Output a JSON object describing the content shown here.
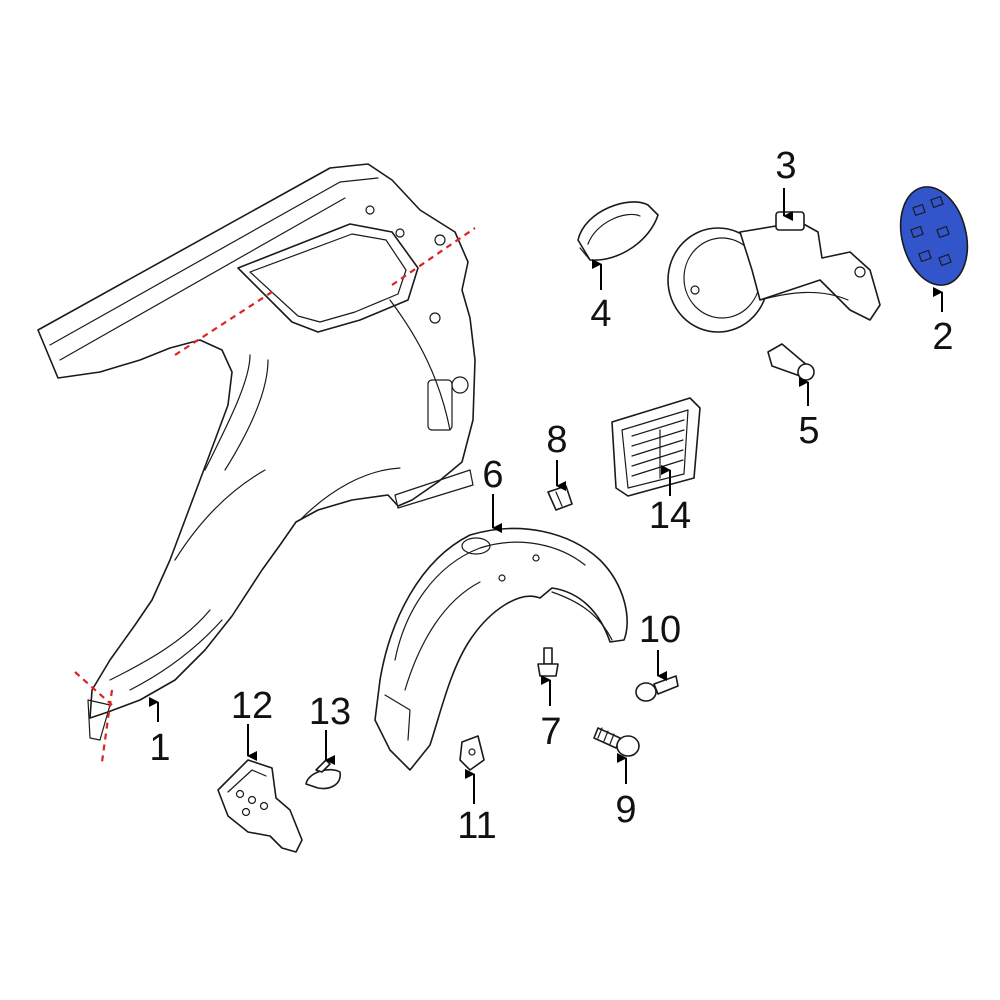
{
  "diagram": {
    "highlight_color": "#3355cc",
    "cut_line_color": "#dd2222",
    "callouts": [
      {
        "id": "1",
        "label": "1"
      },
      {
        "id": "2",
        "label": "2"
      },
      {
        "id": "3",
        "label": "3"
      },
      {
        "id": "4",
        "label": "4"
      },
      {
        "id": "5",
        "label": "5"
      },
      {
        "id": "6",
        "label": "6"
      },
      {
        "id": "7",
        "label": "7"
      },
      {
        "id": "8",
        "label": "8"
      },
      {
        "id": "9",
        "label": "9"
      },
      {
        "id": "10",
        "label": "10"
      },
      {
        "id": "11",
        "label": "11"
      },
      {
        "id": "12",
        "label": "12"
      },
      {
        "id": "13",
        "label": "13"
      },
      {
        "id": "14",
        "label": "14"
      }
    ]
  }
}
